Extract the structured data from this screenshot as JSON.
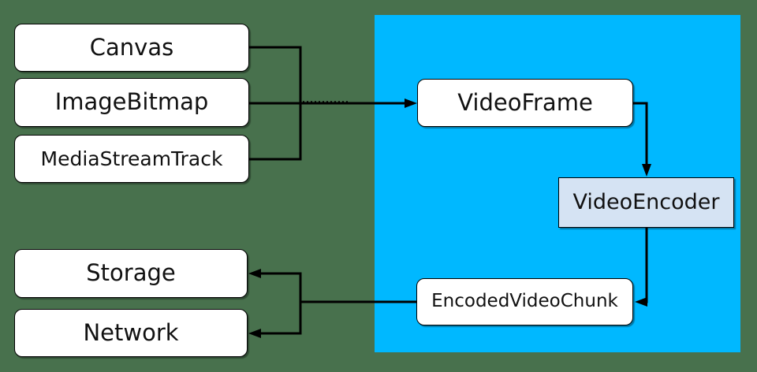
{
  "diagram": {
    "description": "WebCodecs video encoding pipeline diagram",
    "colors": {
      "background": "#48714d",
      "panel": "#00b8ff",
      "node_fill": "#ffffff",
      "encoder_fill": "#d5e3f3",
      "border": "#000000",
      "arrow": "#000000"
    },
    "nodes": {
      "canvas": {
        "label": "Canvas"
      },
      "imagebitmap": {
        "label": "ImageBitmap"
      },
      "mediastreamtrack": {
        "label": "MediaStreamTrack"
      },
      "videoframe": {
        "label": "VideoFrame"
      },
      "videoencoder": {
        "label": "VideoEncoder"
      },
      "encodedvideochunk": {
        "label": "EncodedVideoChunk"
      },
      "storage": {
        "label": "Storage"
      },
      "network": {
        "label": "Network"
      }
    },
    "edges": [
      {
        "from": "Canvas",
        "to": "VideoFrame"
      },
      {
        "from": "ImageBitmap",
        "to": "VideoFrame"
      },
      {
        "from": "MediaStreamTrack",
        "to": "VideoFrame"
      },
      {
        "from": "VideoFrame",
        "to": "VideoEncoder"
      },
      {
        "from": "VideoEncoder",
        "to": "EncodedVideoChunk"
      },
      {
        "from": "EncodedVideoChunk",
        "to": "Storage"
      },
      {
        "from": "EncodedVideoChunk",
        "to": "Network"
      }
    ]
  }
}
